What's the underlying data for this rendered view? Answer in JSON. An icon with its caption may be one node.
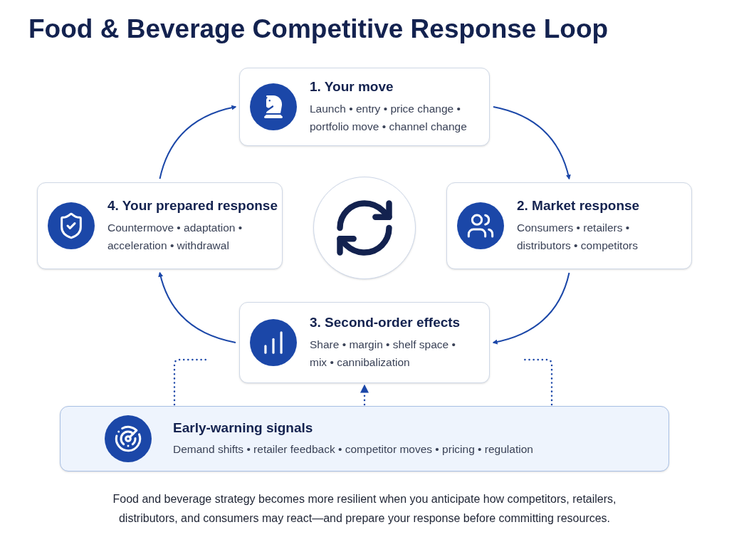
{
  "diagram": {
    "title": "Food & Beverage Competitive Response Loop",
    "nodes": [
      {
        "text": [
          "1. Your move",
          "Launch • entry • price change • portfolio move • channel change"
        ]
      },
      {
        "text": [
          "4. Your prepared response",
          "Countermove • adaptation • acceleration • withdrawal"
        ]
      },
      {
        "text": [],
        "shape": "circle"
      },
      {
        "text": [
          "2. Market response",
          "Consumers • retailers • distributors • competitors"
        ]
      },
      {
        "text": [
          "3. Second-order effects",
          "Share • margin • shelf space • mix • cannibalization"
        ]
      },
      {
        "text": [
          "Early-warning signals",
          "Demand shifts • retailer feedback • competitor moves • pricing • regulation"
        ]
      }
    ],
    "edges": [
      {
        "from": 0,
        "to": 3,
        "arrow": "to"
      },
      {
        "from": 3,
        "to": 4,
        "arrow": "to"
      },
      {
        "from": 4,
        "to": 1,
        "arrow": "to"
      },
      {
        "from": 1,
        "to": 0,
        "arrow": "to"
      },
      {
        "from": 5,
        "to": 4,
        "arrow": "to",
        "style": "dashed"
      },
      {
        "from": 5,
        "to": null,
        "arrow": "none",
        "style": "dashed"
      },
      {
        "from": 5,
        "to": null,
        "arrow": "none",
        "style": "dashed"
      }
    ],
    "caption": "Food and beverage strategy becomes more resilient when you anticipate how competitors, retailers, distributors, and consumers may react—and prepare your response before committing resources."
  }
}
